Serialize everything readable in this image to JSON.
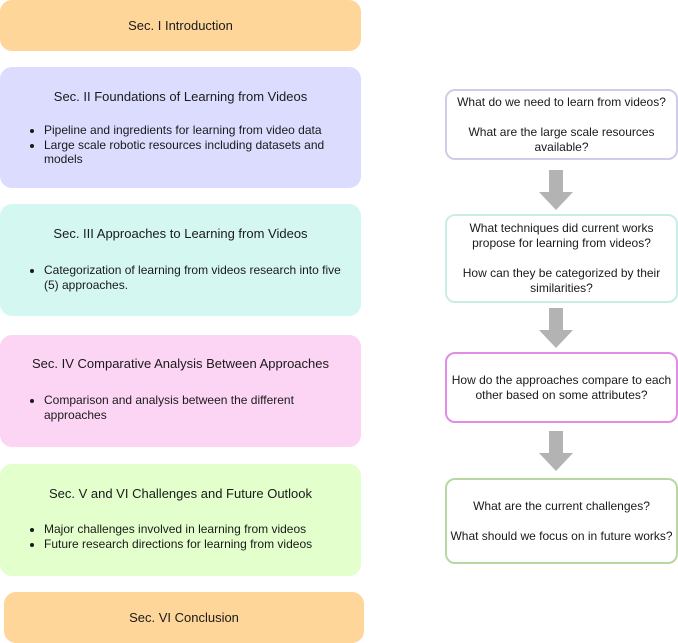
{
  "colors": {
    "intro": "#ffd699",
    "foundations": "#dcdcff",
    "approaches": "#d4f7f1",
    "comparative": "#fcd4f4",
    "challenges": "#e3ffcc",
    "conclusion": "#ffd699",
    "q1_border": "#d0cce8",
    "q2_border": "#c8ede7",
    "q3_border": "#e28ce6",
    "q4_border": "#b7d8a2",
    "arrow": "#b3b3b3"
  },
  "sections": {
    "intro": {
      "title": "Sec. I Introduction"
    },
    "foundations": {
      "title": "Sec. II Foundations of Learning from Videos",
      "bullets": [
        "Pipeline and ingredients for learning from video data",
        "Large scale robotic resources including datasets and models"
      ]
    },
    "approaches": {
      "title": "Sec. III Approaches to Learning from Videos",
      "bullets": [
        "Categorization of learning from videos research into five (5) approaches."
      ]
    },
    "comparative": {
      "title": "Sec. IV Comparative Analysis Between Approaches",
      "bullets": [
        "Comparison and analysis between the different approaches"
      ]
    },
    "challenges": {
      "title": "Sec. V and VI Challenges and Future Outlook",
      "bullets": [
        "Major challenges involved in learning from videos",
        "Future research directions for learning from videos"
      ]
    },
    "conclusion": {
      "title": "Sec. VI Conclusion"
    }
  },
  "questions": {
    "q1": [
      "What do we need to learn from videos?",
      "What are the large scale resources available?"
    ],
    "q2": [
      "What techniques did current works propose for learning from videos?",
      "How can they be categorized by their similarities?"
    ],
    "q3": [
      "How do the approaches compare to each other based on some attributes?"
    ],
    "q4": [
      "What are the current challenges?",
      "What should we focus on in future works?"
    ]
  }
}
